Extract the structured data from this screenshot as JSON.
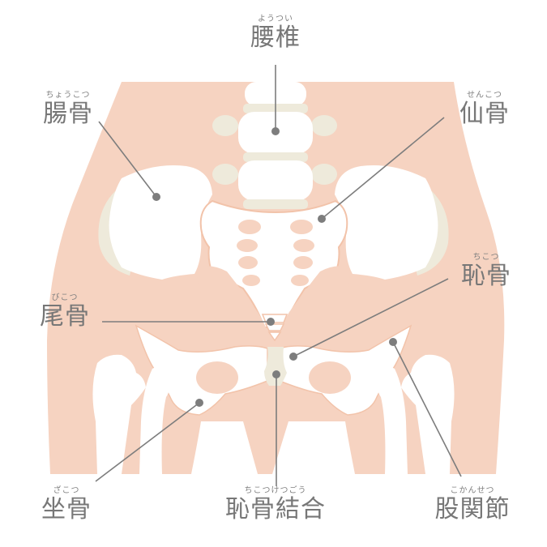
{
  "diagram": {
    "subject": "Pelvis anatomy",
    "colors": {
      "skin": "#f6d3c1",
      "bone": "#ffffff",
      "cartilage": "#eeeadb",
      "outline": "#f2c3aa",
      "leader": "#7d7d7d",
      "text": "#777777",
      "background": "#ffffff"
    },
    "labels": [
      {
        "id": "lumbar",
        "kanji": "腰椎",
        "ruby": "ようつい"
      },
      {
        "id": "ilium",
        "kanji": "腸骨",
        "ruby": "ちょうこつ"
      },
      {
        "id": "sacrum",
        "kanji": "仙骨",
        "ruby": "せんこつ"
      },
      {
        "id": "pubis",
        "kanji": "恥骨",
        "ruby": "ちこつ"
      },
      {
        "id": "coccyx",
        "kanji": "尾骨",
        "ruby": "びこつ"
      },
      {
        "id": "ischium",
        "kanji": "坐骨",
        "ruby": "ざこつ"
      },
      {
        "id": "pubic-symphysis",
        "kanji": "恥骨結合",
        "ruby": "ちこつけつごう"
      },
      {
        "id": "hip-joint",
        "kanji": "股関節",
        "ruby": "こかんせつ"
      }
    ]
  }
}
